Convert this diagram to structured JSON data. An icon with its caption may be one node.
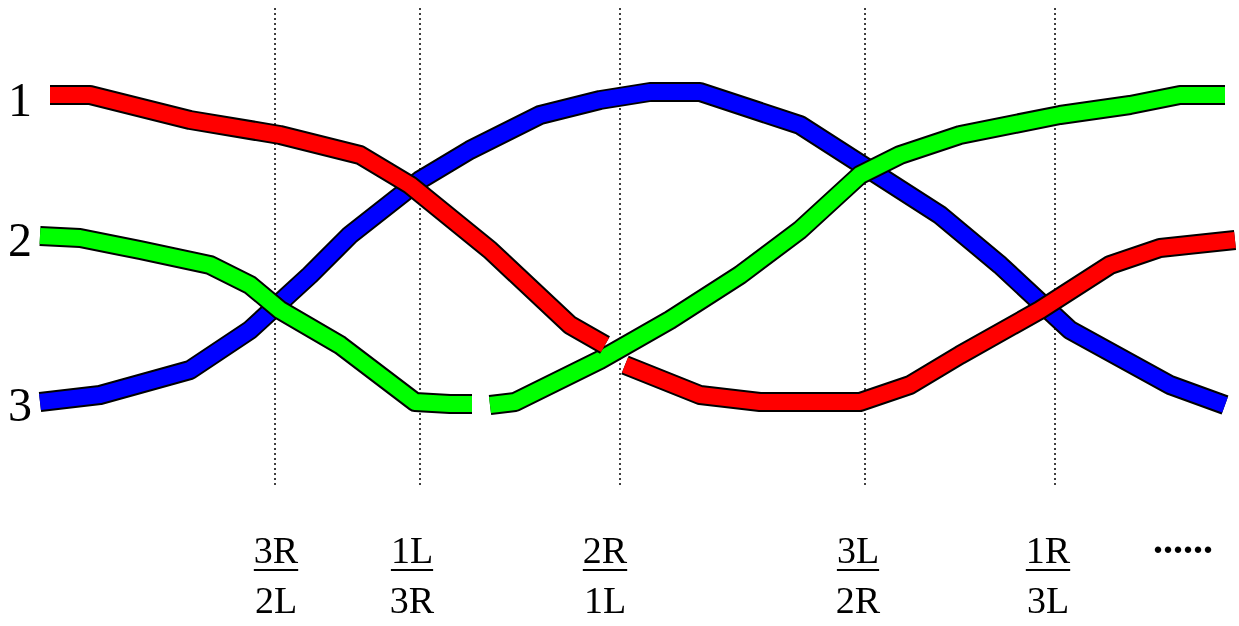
{
  "diagram": {
    "labels": [
      "1",
      "2",
      "3",
      "3R",
      "2L",
      "1L",
      "3R",
      "2R",
      "1L",
      "3L",
      "2R",
      "1R",
      "3L",
      "......"
    ]
  }
}
